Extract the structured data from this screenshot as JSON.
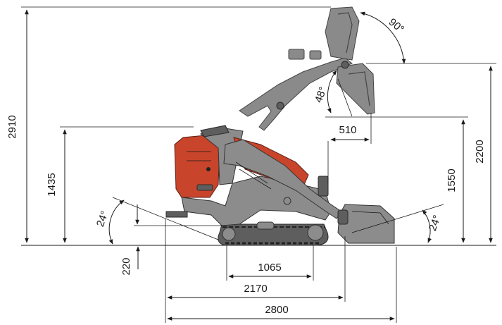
{
  "dimensions": {
    "overall_height": "2910",
    "machine_height": "1435",
    "dump_height": "2200",
    "hinge_height": "1550",
    "reach": "510",
    "ground_clearance": "220",
    "track_contact_length": "1065",
    "track_length": "2170",
    "overall_length": "2800",
    "rear_departure_angle": "24°",
    "front_approach_angle": "24°",
    "dump_angle": "48°",
    "rollback_angle": "90°"
  },
  "colors": {
    "machine_body": "#c8452c",
    "machine_frame": "#8c8c8c",
    "track": "#555555",
    "lines": "#1a1a1a"
  }
}
